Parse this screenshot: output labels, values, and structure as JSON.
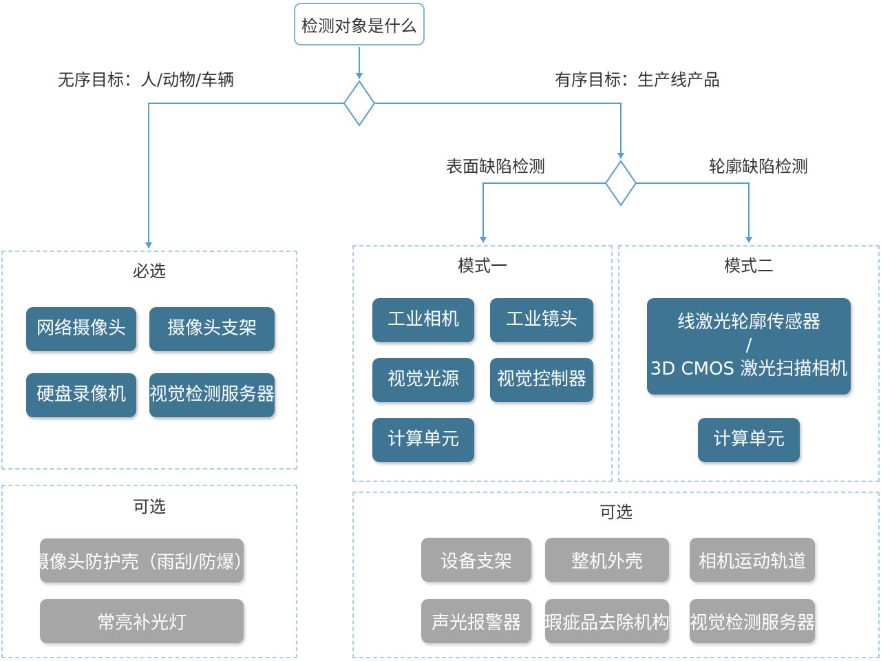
{
  "start": "检测对象是什么",
  "branches": {
    "unordered": "无序目标：人/动物/车辆",
    "ordered": "有序目标：生产线产品",
    "surface": "表面缺陷检测",
    "contour": "轮廓缺陷检测"
  },
  "left": {
    "required_title": "必选",
    "required": [
      "网络摄像头",
      "摄像头支架",
      "硬盘录像机",
      "视觉检测服务器"
    ],
    "optional_title": "可选",
    "optional": [
      "摄像头防护壳（雨刮/防爆）",
      "常亮补光灯"
    ]
  },
  "mode1": {
    "title": "模式一",
    "items": [
      "工业相机",
      "工业镜头",
      "视觉光源",
      "视觉控制器",
      "计算单元"
    ]
  },
  "mode2": {
    "title": "模式二",
    "sensor_line1": "线激光轮廓传感器",
    "sensor_line2": "/",
    "sensor_line3": "3D CMOS 激光扫描相机",
    "compute": "计算单元"
  },
  "right_optional": {
    "title": "可选",
    "items": [
      "设备支架",
      "整机外壳",
      "相机运动轨道",
      "声光报警器",
      "瑕疵品去除机构",
      "视觉检测服务器"
    ]
  },
  "colors": {
    "line": "#5b9bd5",
    "node_blue": "#3d7592",
    "node_gray": "#a6a6a6",
    "dash": "#a9cdea"
  }
}
